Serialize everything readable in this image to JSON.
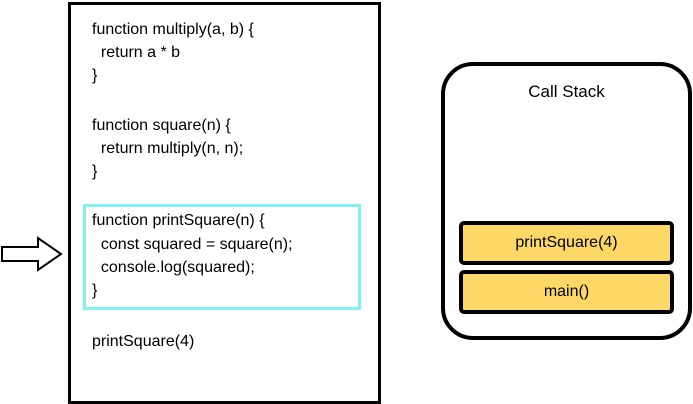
{
  "code_lines": [
    {
      "text": "function multiply(a, b) {"
    },
    {
      "text": "  return a * b"
    },
    {
      "text": "}"
    },
    {
      "text": "function square(n) {"
    },
    {
      "text": "  return multiply(n, n);"
    },
    {
      "text": "}"
    },
    {
      "text": "function printSquare(n) {"
    },
    {
      "text": "  const squared = square(n);"
    },
    {
      "text": "  console.log(squared);"
    },
    {
      "text": "}"
    },
    {
      "text": "printSquare(4)"
    }
  ],
  "call_stack": {
    "title": "Call Stack",
    "frames": [
      "printSquare(4)",
      "main()"
    ]
  },
  "colors": {
    "highlight": "#80f0f0",
    "frame_fill": "#fdd866"
  }
}
